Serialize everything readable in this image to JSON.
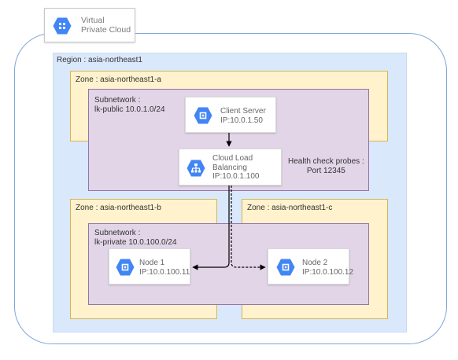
{
  "vpc": {
    "label": "Virtual\nPrivate Cloud",
    "icon": "vpc-icon"
  },
  "region": {
    "label": "Region : asia-northeast1"
  },
  "zones": {
    "a": {
      "label": "Zone : asia-northeast1-a"
    },
    "b": {
      "label": "Zone : asia-northeast1-b"
    },
    "c": {
      "label": "Zone : asia-northeast1-c"
    }
  },
  "subnets": {
    "public": {
      "label": "Subnetwork :\nlk-public 10.0.1.0/24"
    },
    "private": {
      "label": "Subnetwork :\nlk-private 10.0.100.0/24"
    }
  },
  "nodes": {
    "client": {
      "text": "Client Server\nIP:10.0.1.50",
      "icon": "compute-engine-icon"
    },
    "lb": {
      "text": "Cloud Load\nBalancing\nIP:10.0.1.100",
      "icon": "load-balancing-icon"
    },
    "node1": {
      "text": "Node 1\nIP:10.0.100.11",
      "icon": "compute-engine-icon"
    },
    "node2": {
      "text": "Node 2\nIP:10.0.100.12",
      "icon": "compute-engine-icon"
    }
  },
  "health_check": {
    "text": "Health check probes :\nPort 12345"
  },
  "colors": {
    "gcp_blue": "#4285f4",
    "region_fill": "#dae8fc",
    "zone_fill": "#fff2cc",
    "subnet_fill": "#e1d5e7",
    "subnet_border": "#9673a6"
  }
}
